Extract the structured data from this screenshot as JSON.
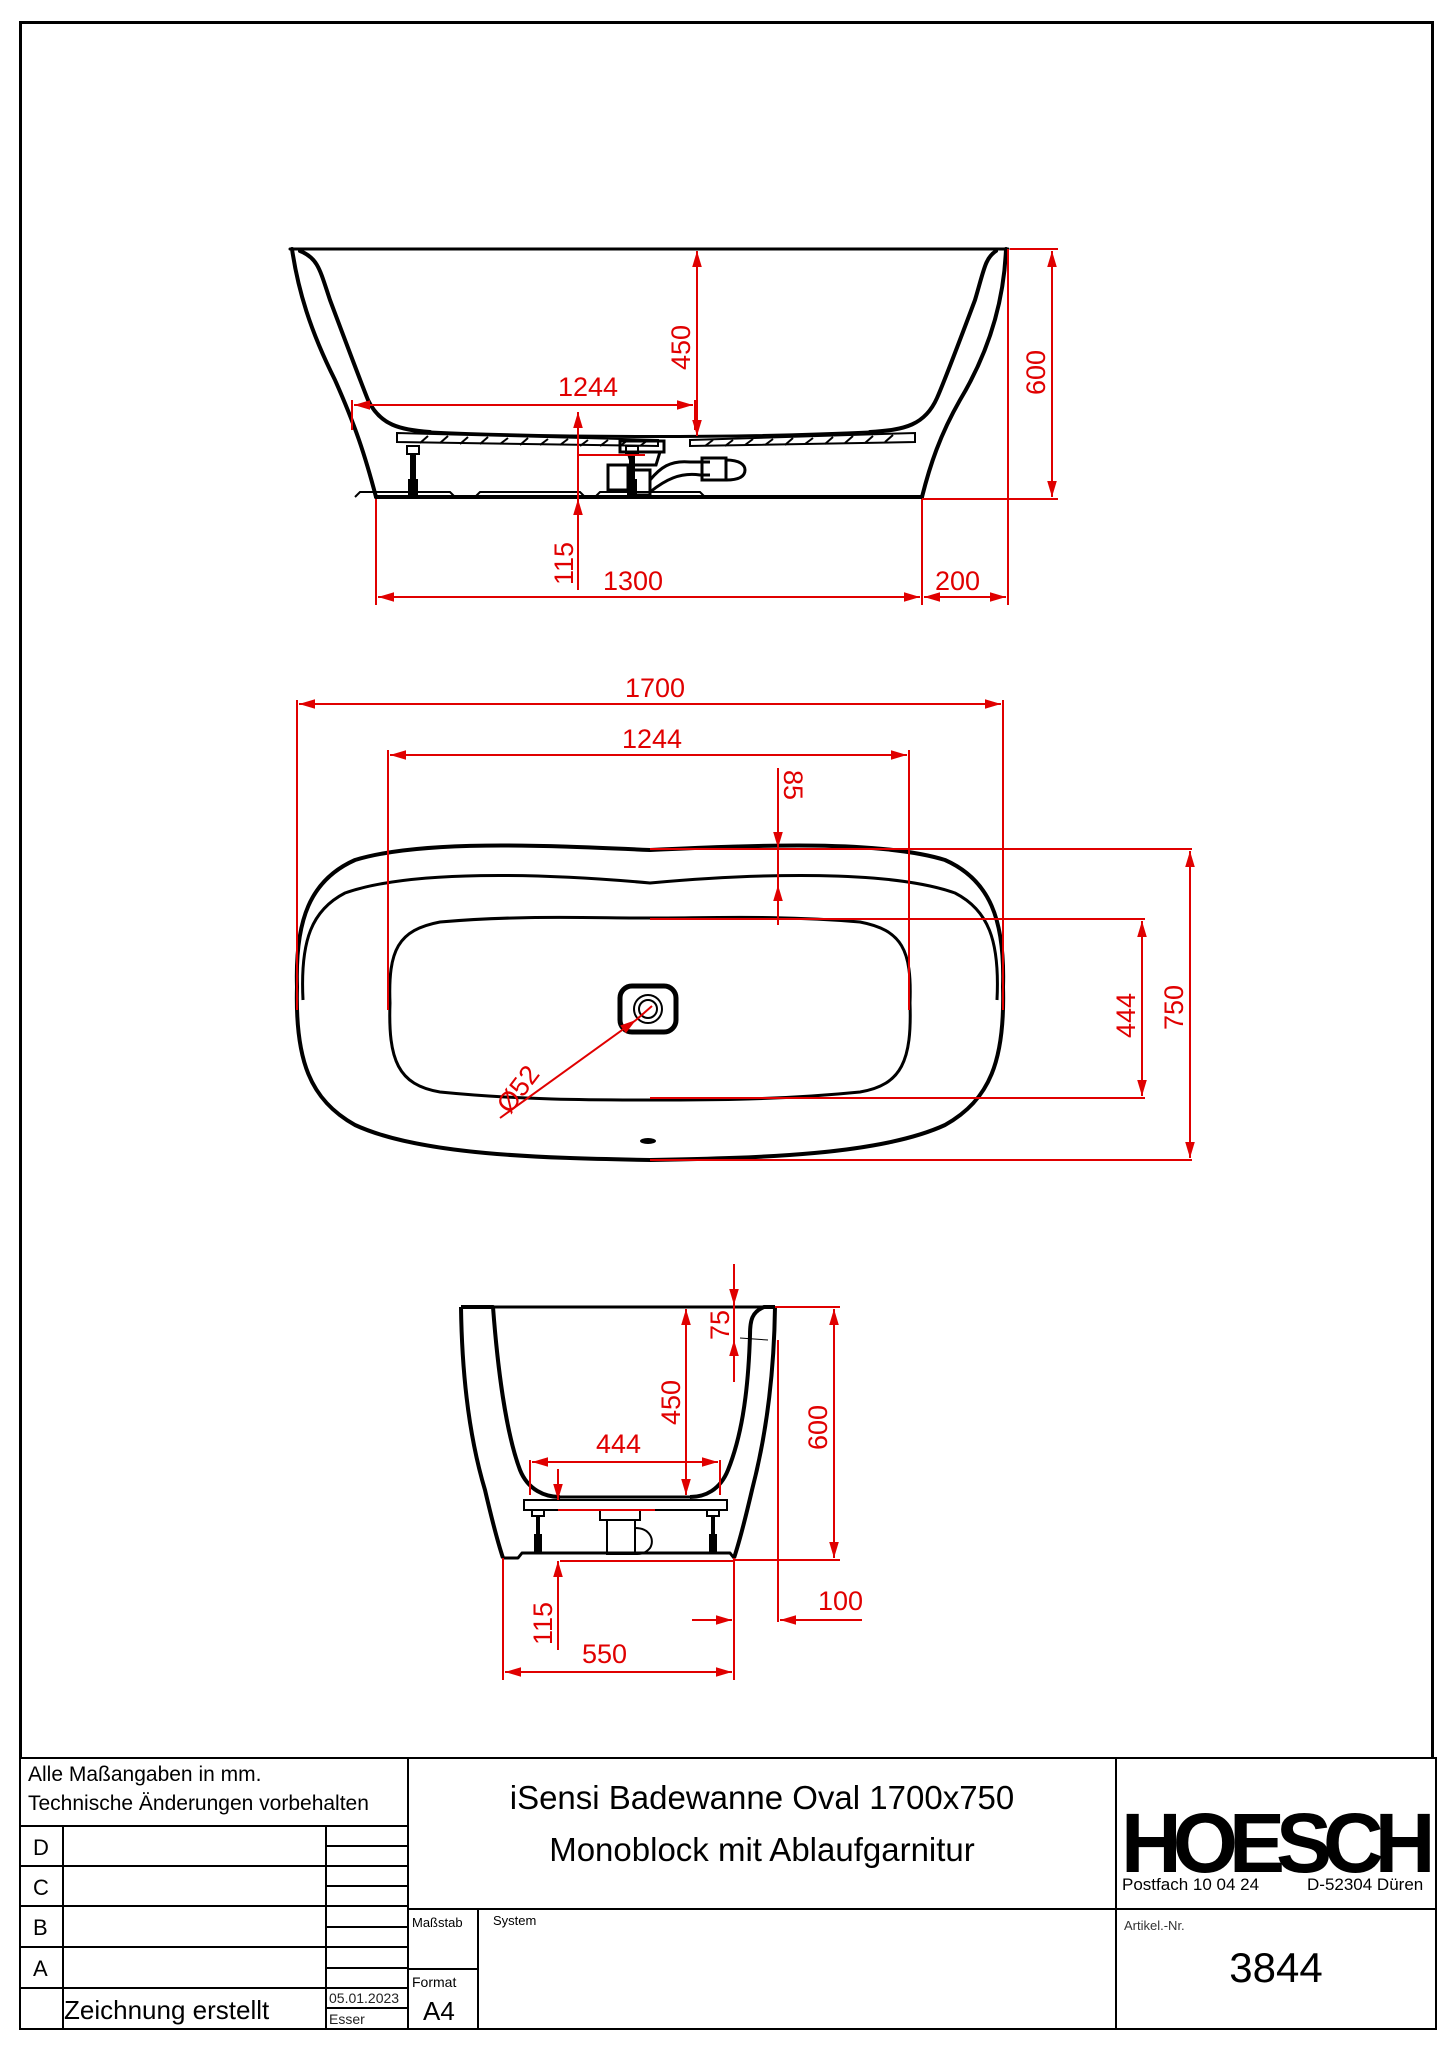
{
  "drawing": {
    "colors": {
      "outline": "#000000",
      "dimension": "#e00000",
      "background": "#ffffff"
    },
    "side_view_long": {
      "dimensions": {
        "inner_depth": "450",
        "overall_height": "600",
        "inner_bottom_length": "1244",
        "foot_height": "115",
        "base_length": "1300",
        "overhang": "200"
      }
    },
    "top_view": {
      "dimensions": {
        "overall_length": "1700",
        "inner_bottom_length": "1244",
        "rim_offset": "85",
        "inner_bottom_width": "444",
        "overall_width": "750",
        "drain_diameter": "Ø52"
      }
    },
    "side_view_short": {
      "dimensions": {
        "rim_thickness": "75",
        "inner_depth": "450",
        "overall_height": "600",
        "inner_bottom_width": "444",
        "foot_height": "115",
        "base_width": "550",
        "overhang": "100"
      }
    }
  },
  "title_block": {
    "notes": [
      "Alle Maßangaben in mm.",
      "Technische Änderungen vorbehalten"
    ],
    "revisions": [
      {
        "letter": "D",
        "text": ""
      },
      {
        "letter": "C",
        "text": ""
      },
      {
        "letter": "B",
        "text": ""
      },
      {
        "letter": "A",
        "text": ""
      }
    ],
    "created_label": "Zeichnung erstellt",
    "created_date": "05.01.2023",
    "created_by": "Esser",
    "title_line1": "iSensi Badewanne Oval 1700x750",
    "title_line2": "Monoblock mit Ablaufgarnitur",
    "scale_label": "Maßstab",
    "scale_value": "",
    "format_label": "Format",
    "format_value": "A4",
    "system_label": "System",
    "company": {
      "logo_text": "HOESCH",
      "po_box": "Postfach 10 04 24",
      "city": "D-52304 Düren"
    },
    "article_label": "Artikel.-Nr.",
    "article_number": "3844"
  }
}
